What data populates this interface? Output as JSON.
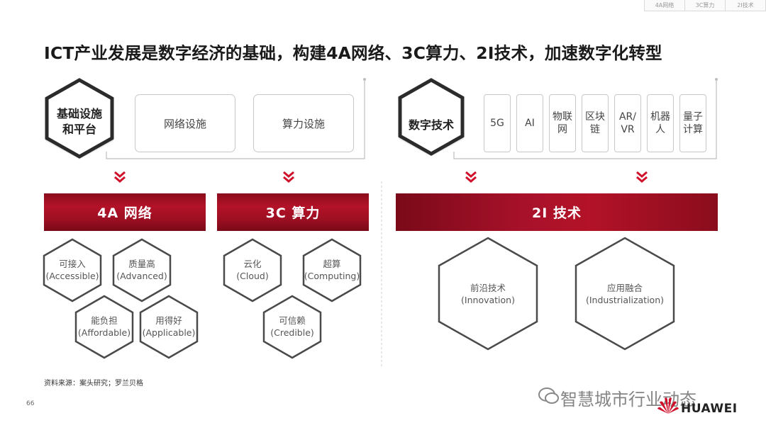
{
  "tabs": [
    "4A网络",
    "3C算力",
    "2I技术"
  ],
  "title": "ICT产业发展是数字经济的基础，构建4A网络、3C算力、2I技术，加速数字化转型",
  "left_section": {
    "hex_label_1": "基础设施",
    "hex_label_2": "和平台",
    "boxes": [
      "网络设施",
      "算力设施"
    ]
  },
  "right_section": {
    "hex_label": "数字技术",
    "techs": [
      [
        "5G"
      ],
      [
        "AI"
      ],
      [
        "物联",
        "网"
      ],
      [
        "区块",
        "链"
      ],
      [
        "AR/",
        "VR"
      ],
      [
        "机器",
        "人"
      ],
      [
        "量子",
        "计算"
      ]
    ]
  },
  "banners": [
    "4A 网络",
    "3C 算力",
    "2I 技术"
  ],
  "network_items": [
    {
      "cn": "可接入",
      "en": "(Accessible)"
    },
    {
      "cn": "质量高",
      "en": "(Advanced)"
    },
    {
      "cn": "能负担",
      "en": "(Affordable)"
    },
    {
      "cn": "用得好",
      "en": "(Applicable)"
    }
  ],
  "compute_items": [
    {
      "cn": "云化",
      "en": "(Cloud)"
    },
    {
      "cn": "超算",
      "en": "(Computing)"
    },
    {
      "cn": "可信赖",
      "en": "(Credible)"
    }
  ],
  "tech_items": [
    {
      "cn": "前沿技术",
      "en": "(Innovation)"
    },
    {
      "cn": "应用融合",
      "en": "(Industrialization)"
    }
  ],
  "source": "资料来源：案头研究；罗兰贝格",
  "page_number": "66",
  "watermark": "智慧城市行业动态",
  "logo": "HUAWEI",
  "colors": {
    "accent": "#c8102e",
    "banner": "#9c0f22"
  }
}
